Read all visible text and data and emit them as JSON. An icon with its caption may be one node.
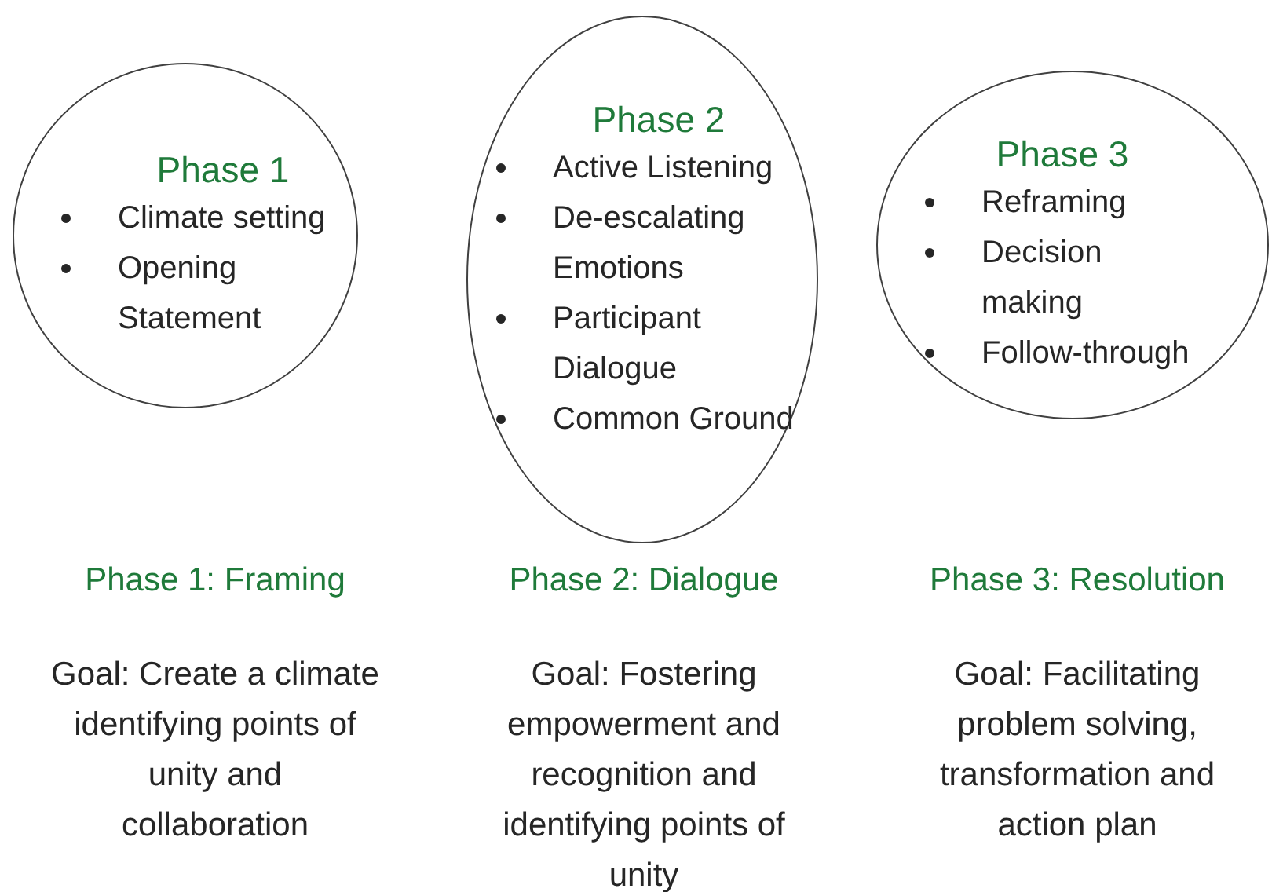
{
  "diagram": {
    "nodes": [
      {
        "text": [
          "Phase 1",
          "Climate setting",
          "Opening Statement"
        ]
      },
      {
        "text": [
          "Phase 2",
          "Active Listening",
          "De-escalating Emotions",
          "Participant Dialogue",
          "Common Ground"
        ]
      },
      {
        "text": [
          "Phase 3",
          "Reframing",
          "Decision making",
          "Follow-through"
        ]
      }
    ],
    "labels": [
      "Phase 1: Framing",
      "Phase 2: Dialogue",
      "Phase 3: Resolution",
      "Goal: Create a climate identifying points of unity and collaboration",
      "Goal: Fostering empowerment and recognition and identifying points of unity",
      "Goal: Facilitating problem solving, transformation and action plan"
    ]
  }
}
